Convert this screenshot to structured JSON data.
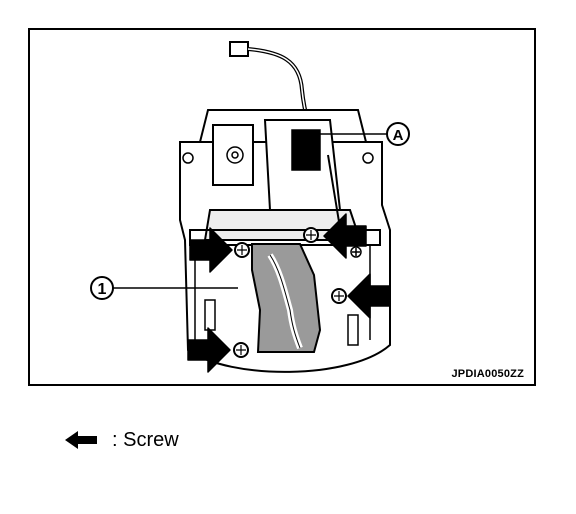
{
  "figure": {
    "image_id": "JPDIA0050ZZ",
    "callouts": [
      {
        "label": "1"
      },
      {
        "label": "A"
      }
    ]
  },
  "legend": {
    "icon": "screw-arrow-icon",
    "text": ": Screw"
  },
  "colors": {
    "ink": "#000000",
    "paper": "#ffffff",
    "shade": "#9a9a9a"
  }
}
